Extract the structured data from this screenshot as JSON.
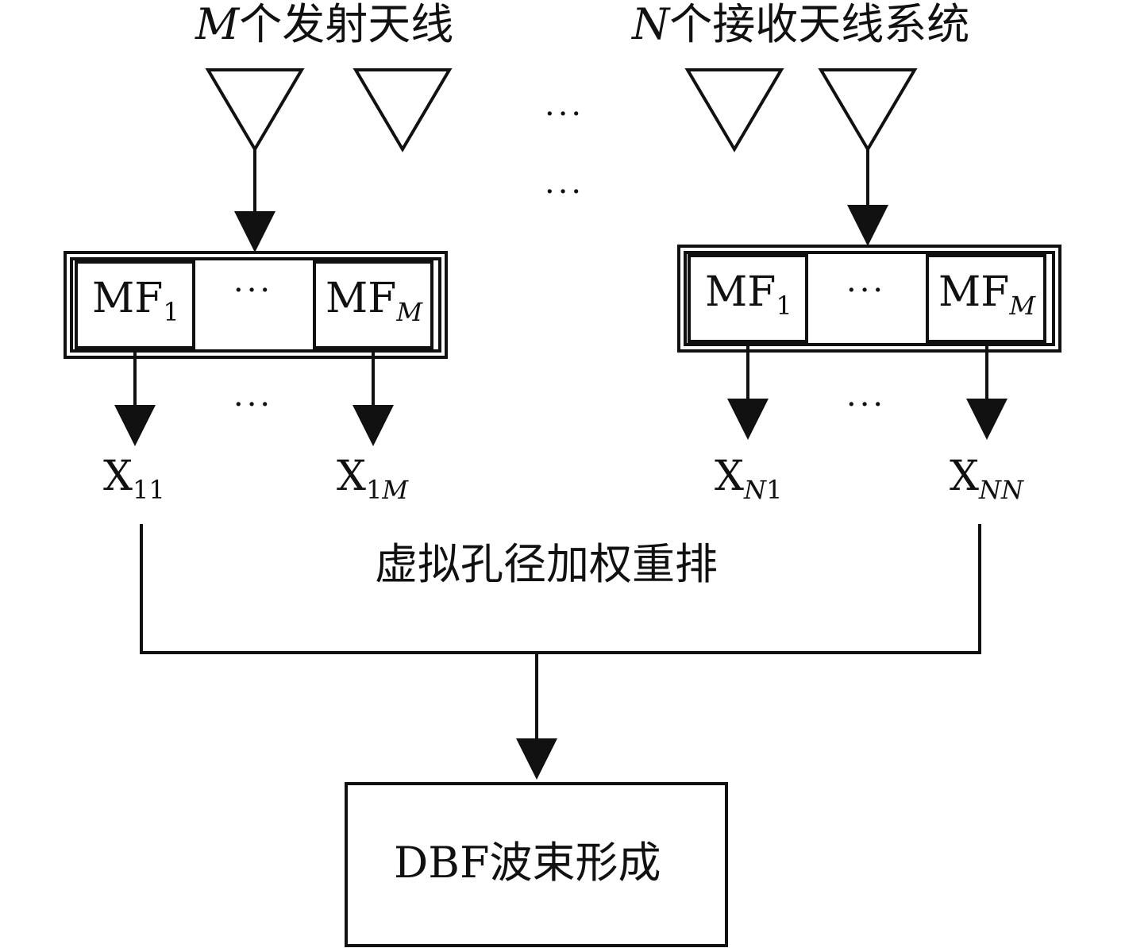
{
  "transmit": {
    "var": "M",
    "text": "个发射天线"
  },
  "receive": {
    "var": "N",
    "text": "个接收天线系统"
  },
  "ellipsis": "···",
  "mf": {
    "base": "MF",
    "sub_first": "1",
    "sub_last": "M"
  },
  "outputs": {
    "x11": {
      "base": "X",
      "sub": "11"
    },
    "x1m": {
      "base": "X",
      "sub_num": "1",
      "sub_var": "M"
    },
    "xn1": {
      "base": "X",
      "sub_var": "N",
      "sub_num": "1"
    },
    "xnn": {
      "base": "X",
      "sub_var": "NN"
    }
  },
  "reorder_label": "虚拟孔径加权重排",
  "dbf_label": "DBF波束形成"
}
